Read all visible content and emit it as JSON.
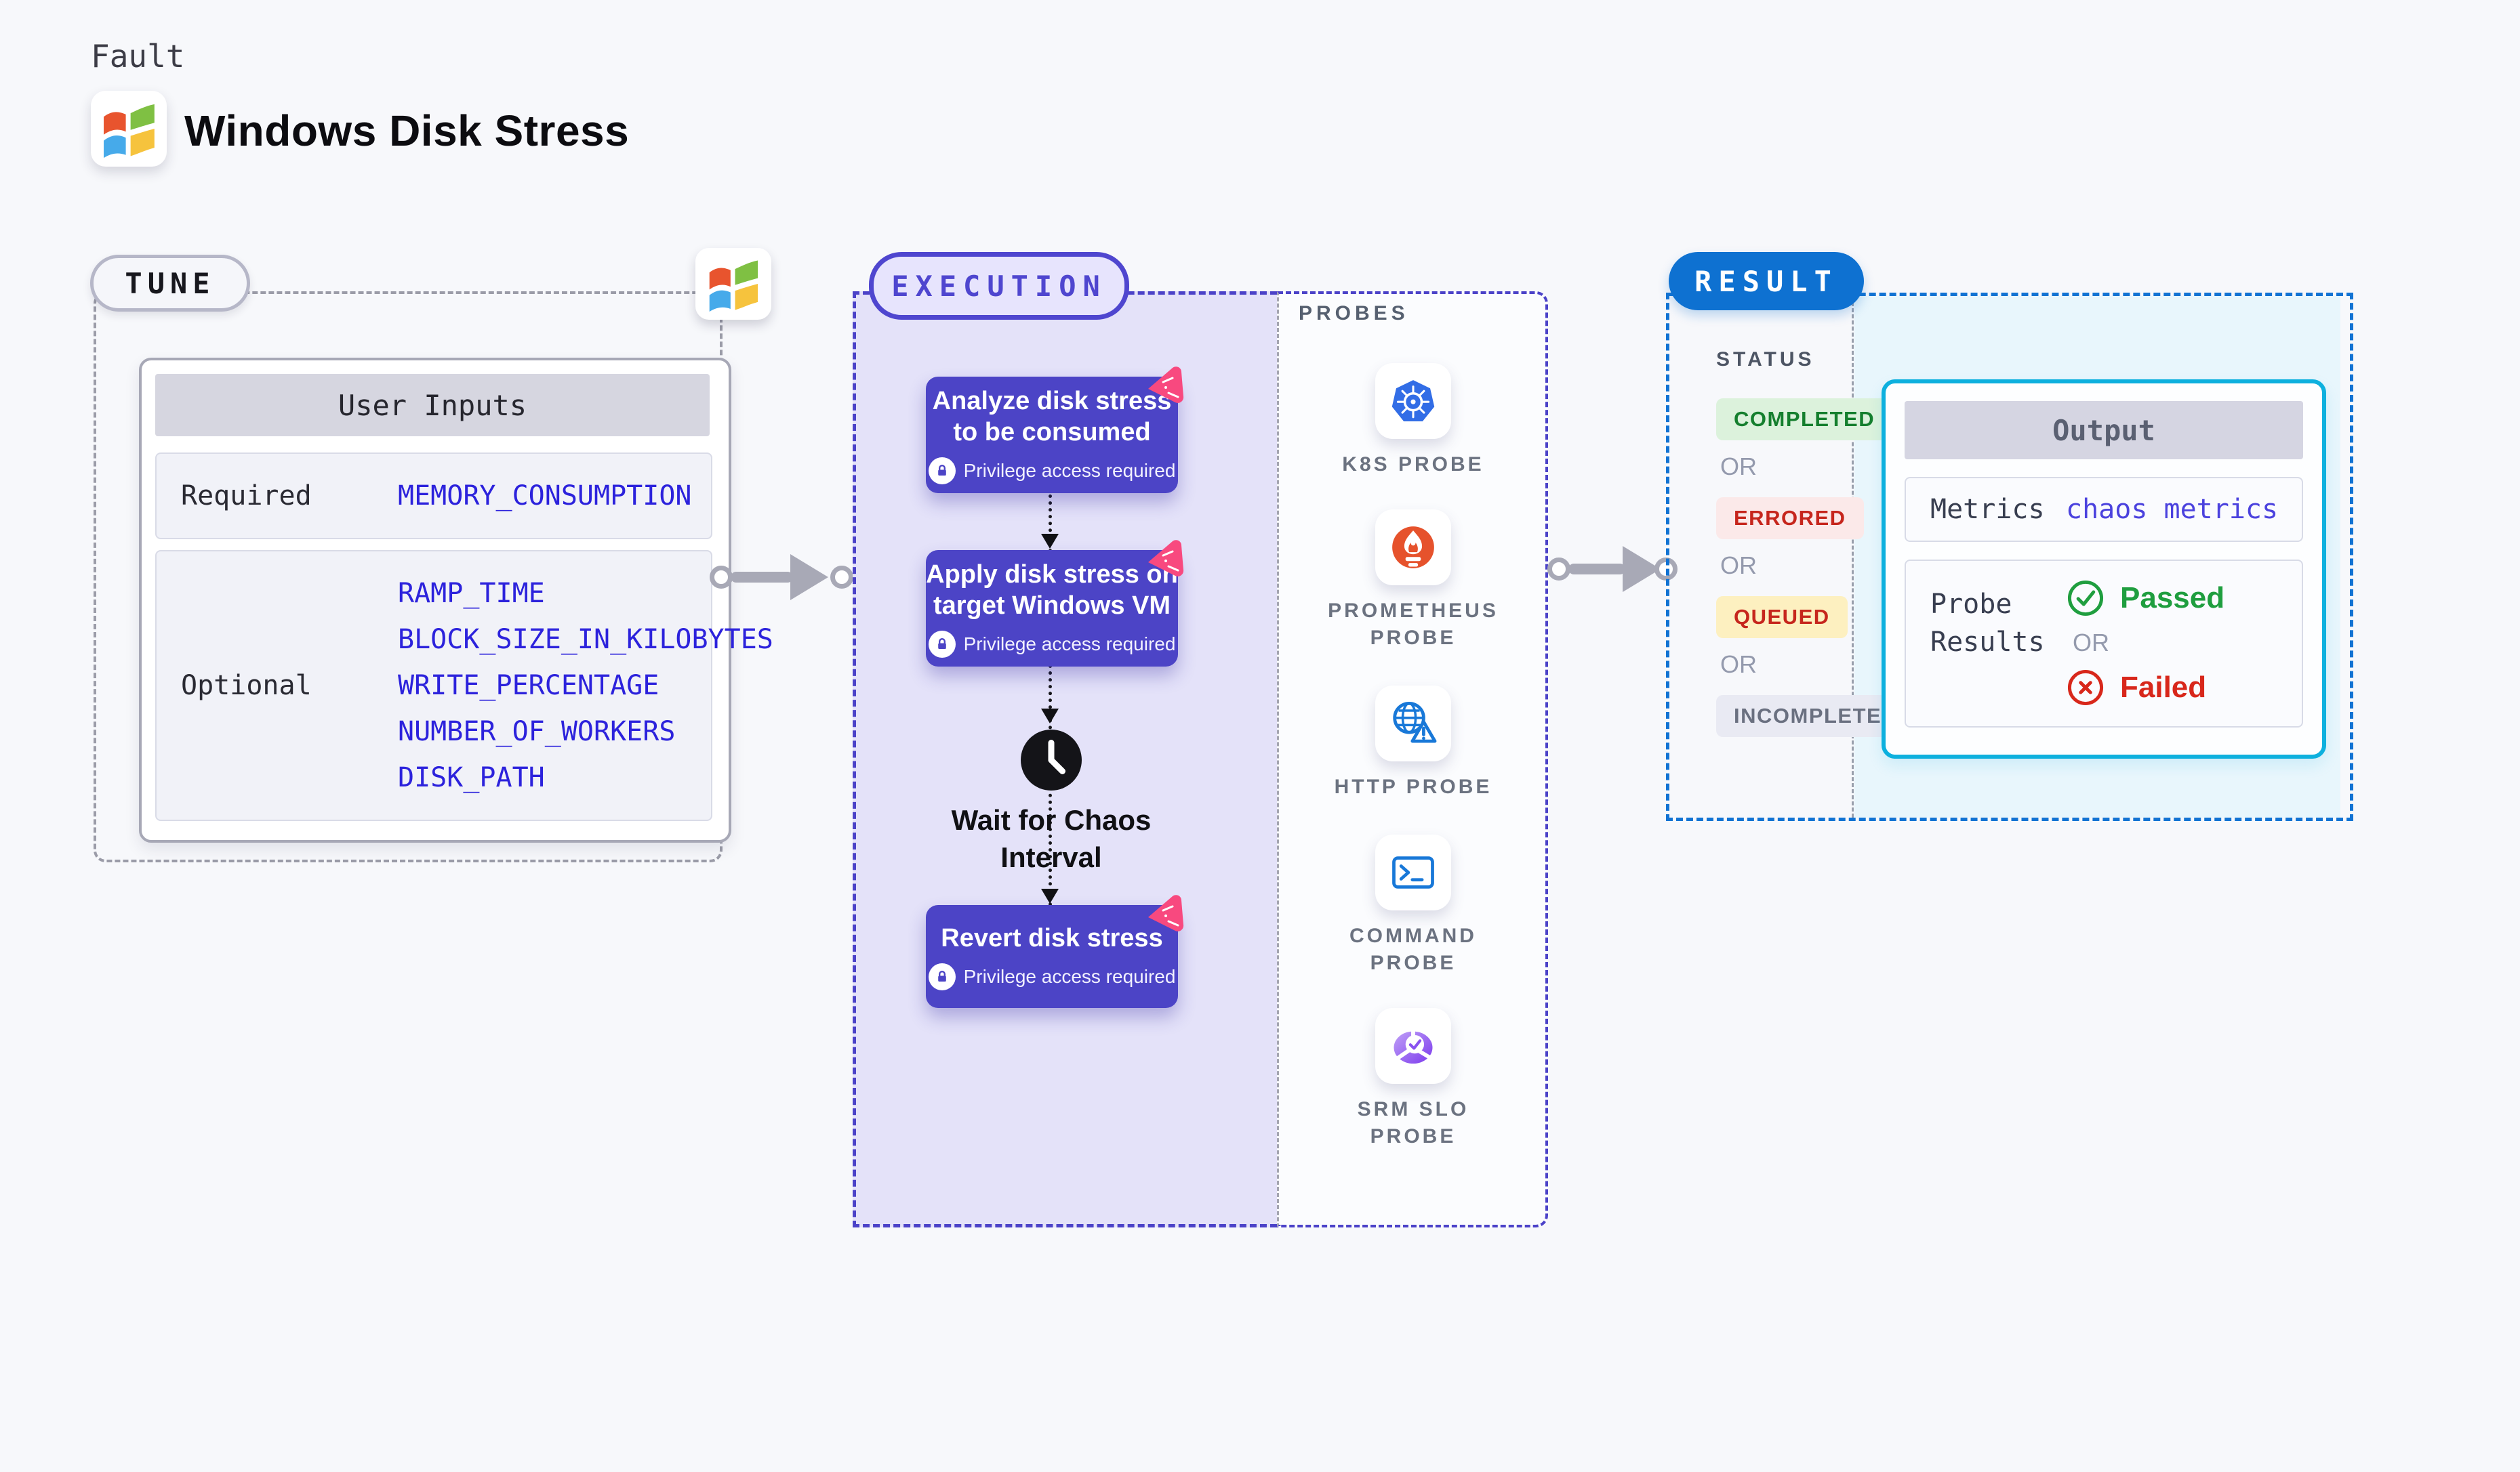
{
  "header": {
    "kind_label": "Fault",
    "title": "Windows Disk Stress",
    "logo_icon": "windows-logo-icon"
  },
  "tune": {
    "label": "TUNE",
    "corner_icon": "windows-logo-icon",
    "user_inputs": {
      "title": "User Inputs",
      "required_label": "Required",
      "required_param": "MEMORY_CONSUMPTION",
      "optional_label": "Optional",
      "optional_params": [
        "RAMP_TIME",
        "BLOCK_SIZE_IN_KILOBYTES",
        "WRITE_PERCENTAGE",
        "NUMBER_OF_WORKERS",
        "DISK_PATH"
      ]
    }
  },
  "execution": {
    "label": "EXECUTION",
    "steps": [
      {
        "title": "Analyze disk stress\nto be consumed",
        "badge": "Privilege access required",
        "corner_icon": "chaos-pin-icon"
      },
      {
        "title": "Apply disk stress on\ntarget Windows VM",
        "badge": "Privilege access required",
        "corner_icon": "chaos-pin-icon"
      },
      {
        "title": "Revert disk stress",
        "badge": "Privilege access required",
        "corner_icon": "chaos-pin-icon"
      }
    ],
    "wait_label": "Wait for Chaos\nInterval",
    "wait_icon": "clock-icon"
  },
  "probes": {
    "label": "PROBES",
    "items": [
      {
        "name": "K8S PROBE",
        "icon": "kubernetes-icon"
      },
      {
        "name": "PROMETHEUS PROBE",
        "icon": "prometheus-icon"
      },
      {
        "name": "HTTP PROBE",
        "icon": "http-globe-icon"
      },
      {
        "name": "COMMAND PROBE",
        "icon": "terminal-icon"
      },
      {
        "name": "SRM SLO PROBE",
        "icon": "slo-pie-icon"
      }
    ]
  },
  "result": {
    "label": "RESULT",
    "status": {
      "label": "STATUS",
      "or_label": "OR",
      "values": [
        {
          "text": "COMPLETED",
          "fg": "#157f2e",
          "bg": "#dcf2dc"
        },
        {
          "text": "ERRORED",
          "fg": "#c6261d",
          "bg": "#fbe9e9"
        },
        {
          "text": "QUEUED",
          "fg": "#c6261d",
          "bg": "#fdf0c0"
        },
        {
          "text": "INCOMPLETED",
          "fg": "#6a7080",
          "bg": "#e9eaf3"
        }
      ]
    },
    "output": {
      "title": "Output",
      "metrics_label": "Metrics",
      "metrics_value": "chaos metrics",
      "probe_results_label": "Probe Results",
      "passed_label": "Passed",
      "or_label": "OR",
      "failed_label": "Failed"
    }
  },
  "colors": {
    "page_bg": "#f7f8fb",
    "execution_bg": "#e4e2f9",
    "execution_accent": "#4b42c8",
    "node_bg": "#4c44c6",
    "pin_pink": "#f8497f",
    "result_accent": "#1273d3",
    "result_panel_bg": "#e8f6fc",
    "output_border": "#0db0de",
    "param_link": "#2c22dc",
    "metrics_link": "#4b42de",
    "passed_green": "#1f9e3f",
    "failed_red": "#d8271b",
    "arrow_gray": "#a8a9b6"
  }
}
